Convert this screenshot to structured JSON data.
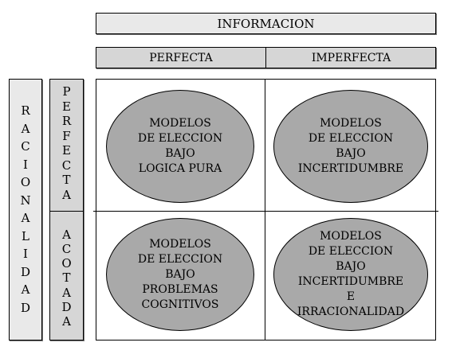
{
  "header": {
    "information": "INFORMACION",
    "columns": [
      "PERFECTA",
      "IMPERFECTA"
    ]
  },
  "side": {
    "main": [
      "R",
      "A",
      "C",
      "I",
      "O",
      "N",
      "A",
      "L",
      "I",
      "D",
      "A",
      "D"
    ],
    "rows": [
      [
        "P",
        "E",
        "R",
        "F",
        "E",
        "C",
        "T",
        "A"
      ],
      [
        "A",
        "C",
        "O",
        "T",
        "A",
        "D",
        "A"
      ]
    ]
  },
  "cells": [
    {
      "text": "MODELOS\nDE ELECCION\nBAJO\nLOGICA PURA"
    },
    {
      "text": "MODELOS\nDE ELECCION\nBAJO\nINCERTIDUMBRE"
    },
    {
      "text": "MODELOS\nDE ELECCION\nBAJO\nPROBLEMAS\nCOGNITIVOS"
    },
    {
      "text": "MODELOS\nDE ELECCION\nBAJO\nINCERTIDUMBRE\nE\nIRRACIONALIDAD"
    }
  ],
  "colors": {
    "ellipse_fill": "#a9a9a9",
    "header_light": "#e9e9e9",
    "header_dark": "#d6d6d6"
  }
}
